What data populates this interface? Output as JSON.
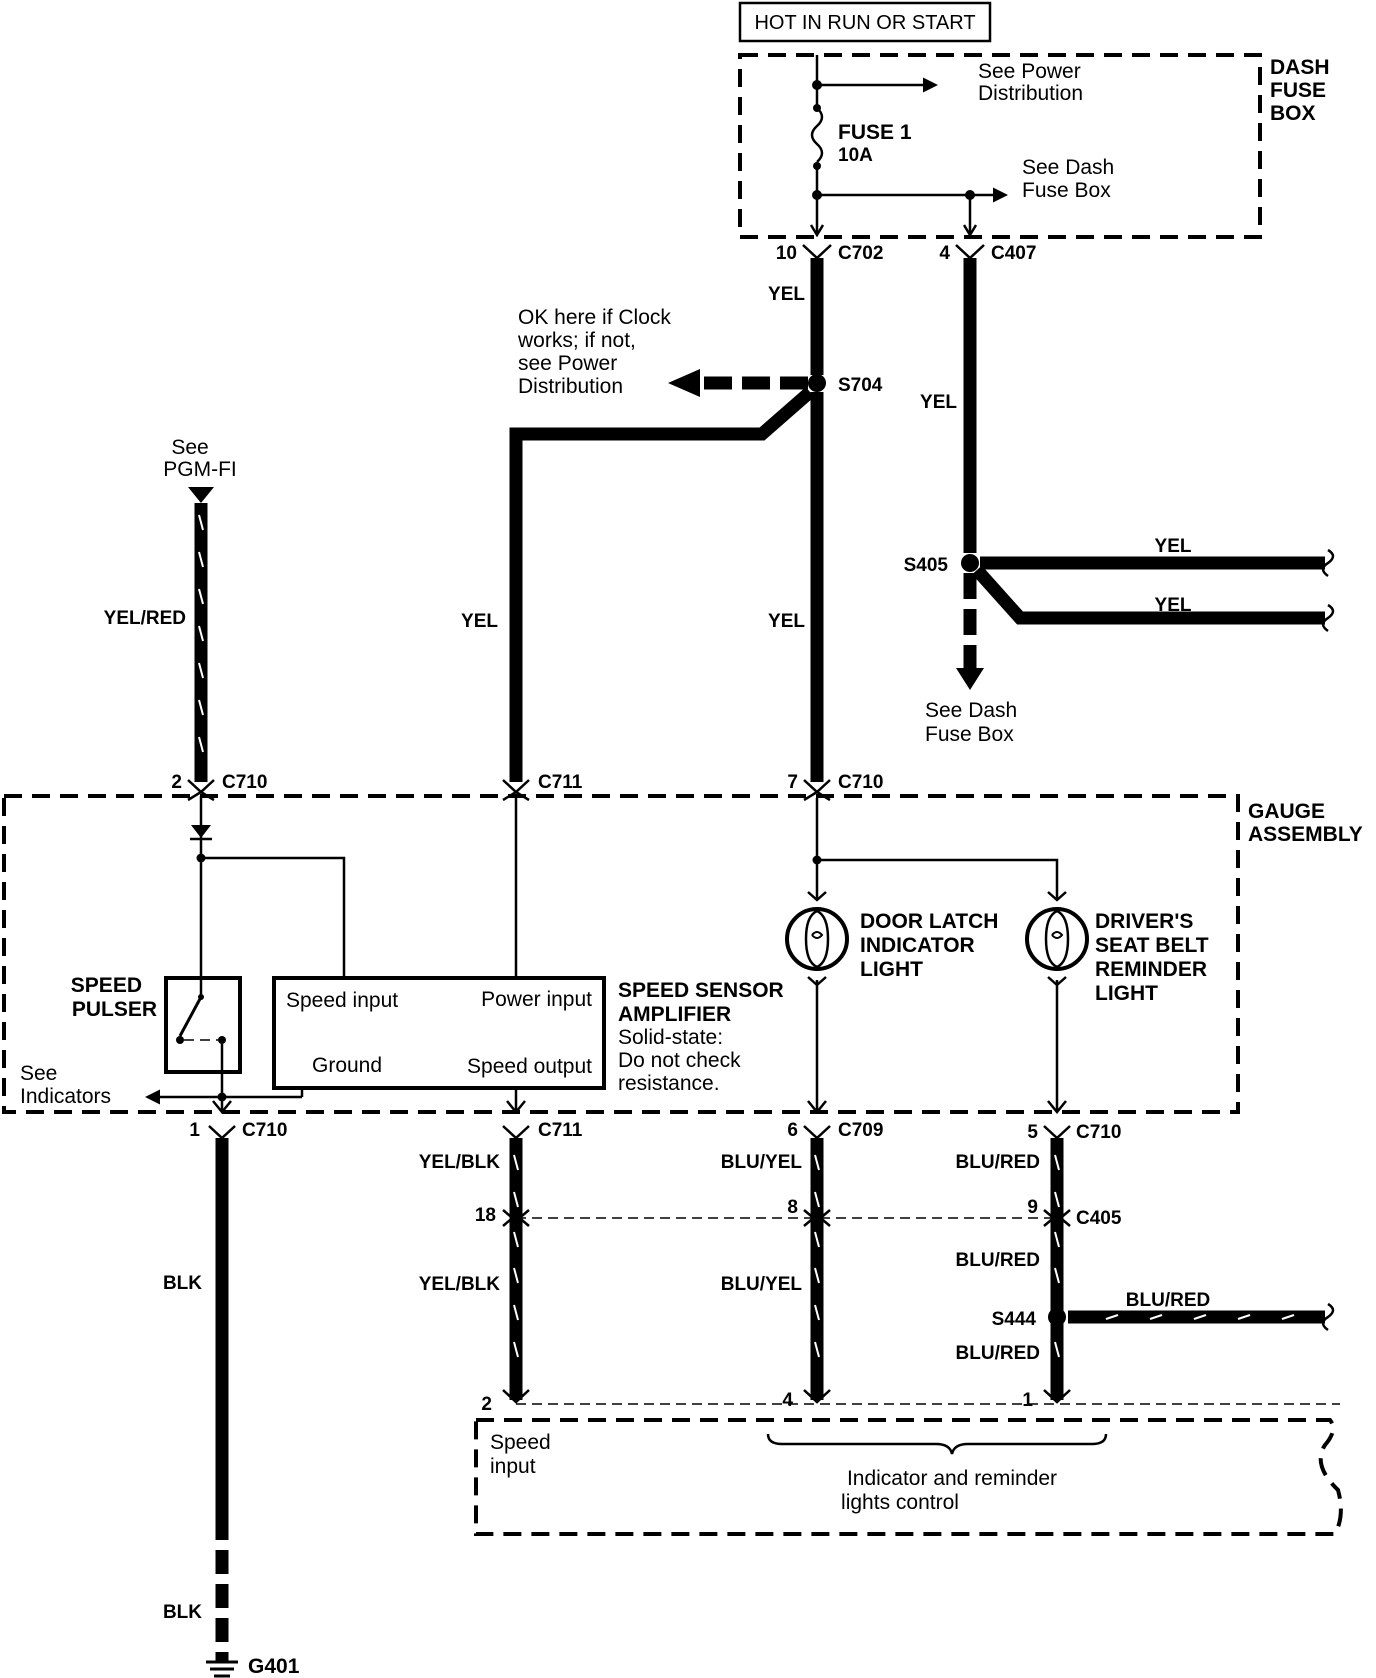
{
  "power": {
    "header": "HOT IN RUN OR START",
    "dash_fuse_box": [
      "DASH",
      "FUSE",
      "BOX"
    ],
    "see_power_distribution": [
      "See Power",
      "Distribution"
    ],
    "fuse_name": "FUSE 1",
    "fuse_rating": "10A",
    "see_dash_fuse_box_top": [
      "See Dash",
      "Fuse Box"
    ],
    "see_dash_fuse_box_bottom": [
      "See Dash",
      "Fuse Box"
    ]
  },
  "connectors": {
    "c702": "C702",
    "c702_pin": "10",
    "c407": "C407",
    "c407_pin": "4",
    "s704": "S704",
    "s405": "S405",
    "s444": "S444",
    "c710_top_left": "C710",
    "c710_top_left_pin": "2",
    "c711_top": "C711",
    "c710_top_mid": "C710",
    "c710_top_mid_pin": "7",
    "c710_bottom_left": "C710",
    "c710_bottom_left_pin": "1",
    "c711_bottom": "C711",
    "c709": "C709",
    "c709_pin": "6",
    "c710_bottom_right": "C710",
    "c710_bottom_right_pin": "5",
    "c405": "C405",
    "c405_pin_a": "18",
    "c405_pin_b": "8",
    "c405_pin_c": "9",
    "pcm_pin_a": "2",
    "pcm_pin_b": "4",
    "pcm_pin_c": "1",
    "g401": "G401"
  },
  "wires": {
    "yel": "YEL",
    "yel_red": "YEL/RED",
    "yel_blk": "YEL/BLK",
    "blu_yel": "BLU/YEL",
    "blu_red": "BLU/RED",
    "blk": "BLK"
  },
  "notes": {
    "clock_note": [
      "OK here if Clock",
      "works; if not,",
      "see Power",
      "Distribution"
    ],
    "see_pgm_fi": [
      "See",
      "PGM-FI"
    ],
    "see_indicators": [
      "See",
      "Indicators"
    ]
  },
  "gauge": {
    "title": [
      "GAUGE",
      "ASSEMBLY"
    ],
    "speed_pulser": [
      "SPEED",
      "PULSER"
    ],
    "amp_speed_input": "Speed input",
    "amp_power_input": "Power input",
    "amp_ground": "Ground",
    "amp_speed_output": "Speed output",
    "amp_title": [
      "SPEED SENSOR",
      "AMPLIFIER"
    ],
    "amp_note": [
      "Solid-state:",
      "Do not check",
      "resistance."
    ],
    "door_latch": [
      "DOOR LATCH",
      "INDICATOR",
      "LIGHT"
    ],
    "seat_belt": [
      "DRIVER'S",
      "SEAT BELT",
      "REMINDER",
      "LIGHT"
    ]
  },
  "control_unit": {
    "speed_input": [
      "Speed",
      "input"
    ],
    "lights_control": [
      "Indicator and reminder",
      "lights control"
    ]
  }
}
